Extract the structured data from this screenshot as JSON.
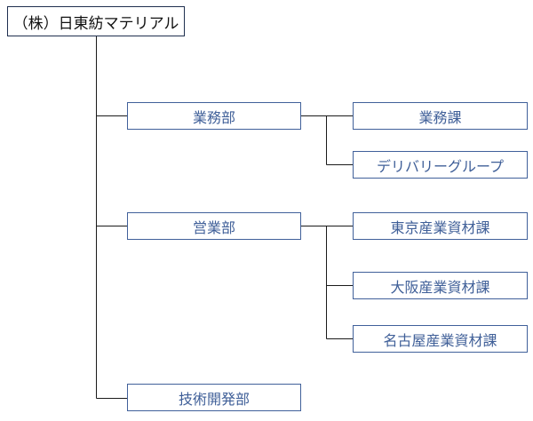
{
  "org_chart": {
    "company": "（株）日東紡マテリアル",
    "departments": [
      {
        "name": "業務部",
        "sections": [
          "業務課",
          "デリバリーグループ"
        ]
      },
      {
        "name": "営業部",
        "sections": [
          "東京産業資材課",
          "大阪産業資材課",
          "名古屋産業資材課"
        ]
      },
      {
        "name": "技術開発部",
        "sections": []
      }
    ]
  },
  "colors": {
    "root_border": "#1f2f4f",
    "node_border": "#40609a",
    "node_text": "#3f5f98",
    "line": "#1a1a1a"
  }
}
